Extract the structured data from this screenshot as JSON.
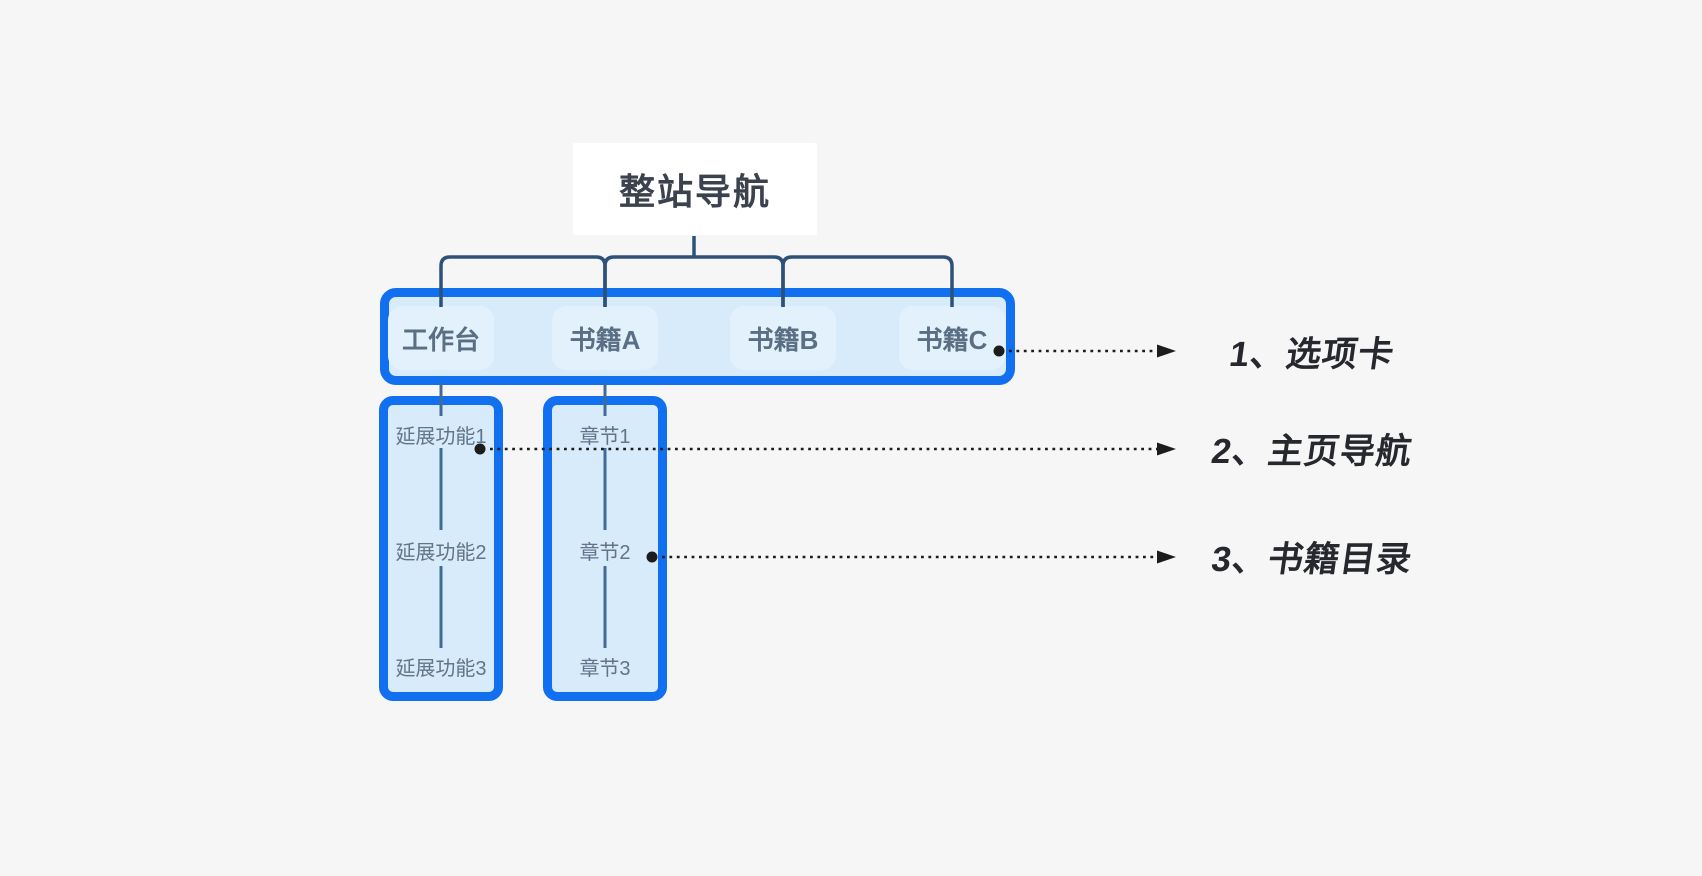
{
  "title": {
    "label": "整站导航"
  },
  "tabbar": {
    "tabs": [
      {
        "label": "工作台"
      },
      {
        "label": "书籍A"
      },
      {
        "label": "书籍B"
      },
      {
        "label": "书籍C"
      }
    ]
  },
  "submenus": {
    "workbench": {
      "items": [
        {
          "label": "延展功能1"
        },
        {
          "label": "延展功能2"
        },
        {
          "label": "延展功能3"
        }
      ]
    },
    "book_a": {
      "items": [
        {
          "label": "章节1"
        },
        {
          "label": "章节2"
        },
        {
          "label": "章节3"
        }
      ]
    }
  },
  "annotations": {
    "items": [
      {
        "label": "1、选项卡"
      },
      {
        "label": "2、主页导航"
      },
      {
        "label": "3、书籍目录"
      }
    ]
  },
  "colors": {
    "background": "#f6f6f7",
    "panel_fill": "#d7ebfa",
    "panel_border": "#1170ef",
    "tab_pill_fill": "#e2f1fc",
    "tree_connector": "#2e5179",
    "inner_connector": "#3e6c97",
    "annotation_ink": "#1c1c1c",
    "title_ink": "#3b414d",
    "menu_ink": "#62748a"
  }
}
